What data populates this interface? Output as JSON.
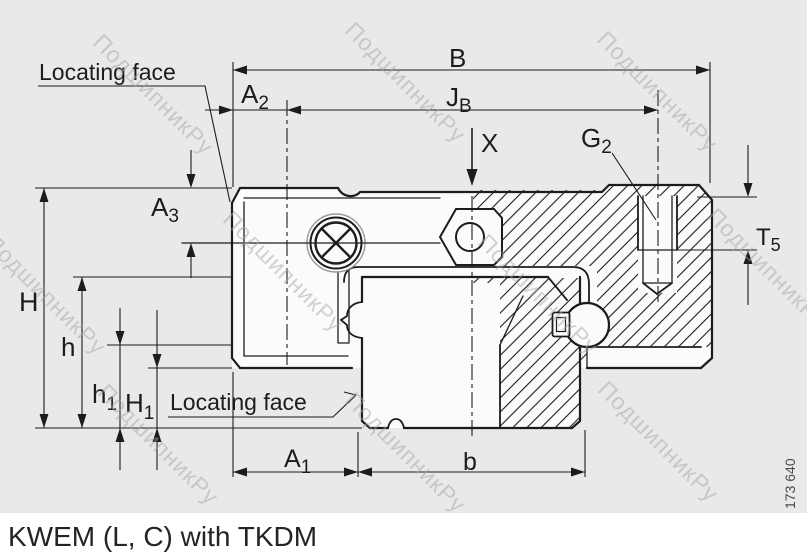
{
  "colors": {
    "background": "#e9e9e9",
    "paper": "#fbfbfb",
    "line": "#1c1c1c",
    "watermark": "#a6a6a6"
  },
  "caption": "KWEM (L, C) with TKDM",
  "figure_number": "173 640",
  "watermark_text": "ПодшипникРу",
  "labels": {
    "locating_face_top": "Locating face",
    "locating_face_bottom": "Locating face",
    "b_dim": "B",
    "jb": {
      "base": "J",
      "sub": "B"
    },
    "a2": {
      "base": "A",
      "sub": "2"
    },
    "a3": {
      "base": "A",
      "sub": "3"
    },
    "g2": {
      "base": "G",
      "sub": "2"
    },
    "t5": {
      "base": "T",
      "sub": "5"
    },
    "x_section": "X",
    "h_cap": "H",
    "h_low": "h",
    "h1_low": {
      "base": "h",
      "sub": "1"
    },
    "h1_cap": {
      "base": "H",
      "sub": "1"
    },
    "a1": {
      "base": "A",
      "sub": "1"
    },
    "b_low": "b"
  }
}
